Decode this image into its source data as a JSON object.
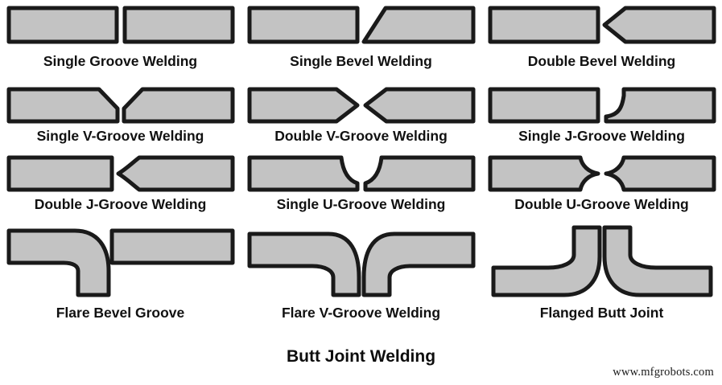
{
  "title": "Butt Joint Welding",
  "watermark": "www.mfgrobots.com",
  "colors": {
    "background": "#ffffff",
    "metal_fill": "#c3c3c3",
    "outline": "#1a1a1a",
    "text": "#111111"
  },
  "figures": [
    {
      "id": "single-groove-welding",
      "label": "Single Groove Welding",
      "row": 1,
      "col": 1
    },
    {
      "id": "single-bevel-welding",
      "label": "Single Bevel Welding",
      "row": 1,
      "col": 2
    },
    {
      "id": "double-bevel-welding",
      "label": "Double Bevel Welding",
      "row": 1,
      "col": 3
    },
    {
      "id": "single-v-groove-welding",
      "label": "Single V-Groove Welding",
      "row": 2,
      "col": 1
    },
    {
      "id": "double-v-groove-welding",
      "label": "Double V-Groove Welding",
      "row": 2,
      "col": 2
    },
    {
      "id": "single-j-groove-welding",
      "label": "Single J-Groove Welding",
      "row": 2,
      "col": 3
    },
    {
      "id": "double-j-groove-welding",
      "label": "Double J-Groove Welding",
      "row": 3,
      "col": 1
    },
    {
      "id": "single-u-groove-welding",
      "label": "Single U-Groove Welding",
      "row": 3,
      "col": 2
    },
    {
      "id": "double-u-groove-welding",
      "label": "Double U-Groove Welding",
      "row": 3,
      "col": 3
    },
    {
      "id": "flare-bevel-groove",
      "label": "Flare Bevel Groove",
      "row": 4,
      "col": 1
    },
    {
      "id": "flare-v-groove-welding",
      "label": "Flare V-Groove Welding",
      "row": 4,
      "col": 2
    },
    {
      "id": "flanged-butt-joint",
      "label": "Flanged Butt Joint",
      "row": 4,
      "col": 3
    }
  ]
}
